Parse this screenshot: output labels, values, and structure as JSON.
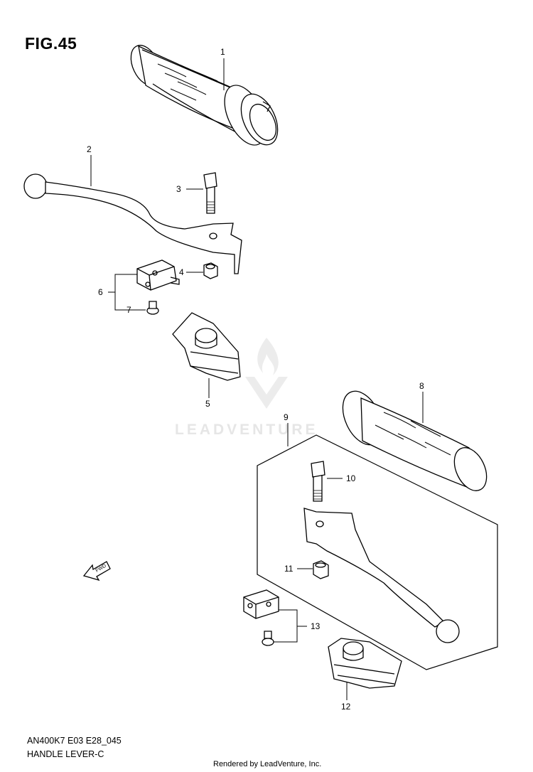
{
  "figure": {
    "title": "FIG.45",
    "model_code": "AN400K7 E03 E28_045",
    "name": "HANDLE LEVER-C",
    "credit": "Rendered by LeadVenture, Inc.",
    "watermark": "LEADVENTURE"
  },
  "callouts": [
    "1",
    "2",
    "3",
    "4",
    "5",
    "6",
    "7",
    "8",
    "9",
    "10",
    "11",
    "12",
    "13"
  ],
  "fwd_label": "FWD",
  "colors": {
    "line": "#000000",
    "watermark": "#e6e6e6"
  }
}
